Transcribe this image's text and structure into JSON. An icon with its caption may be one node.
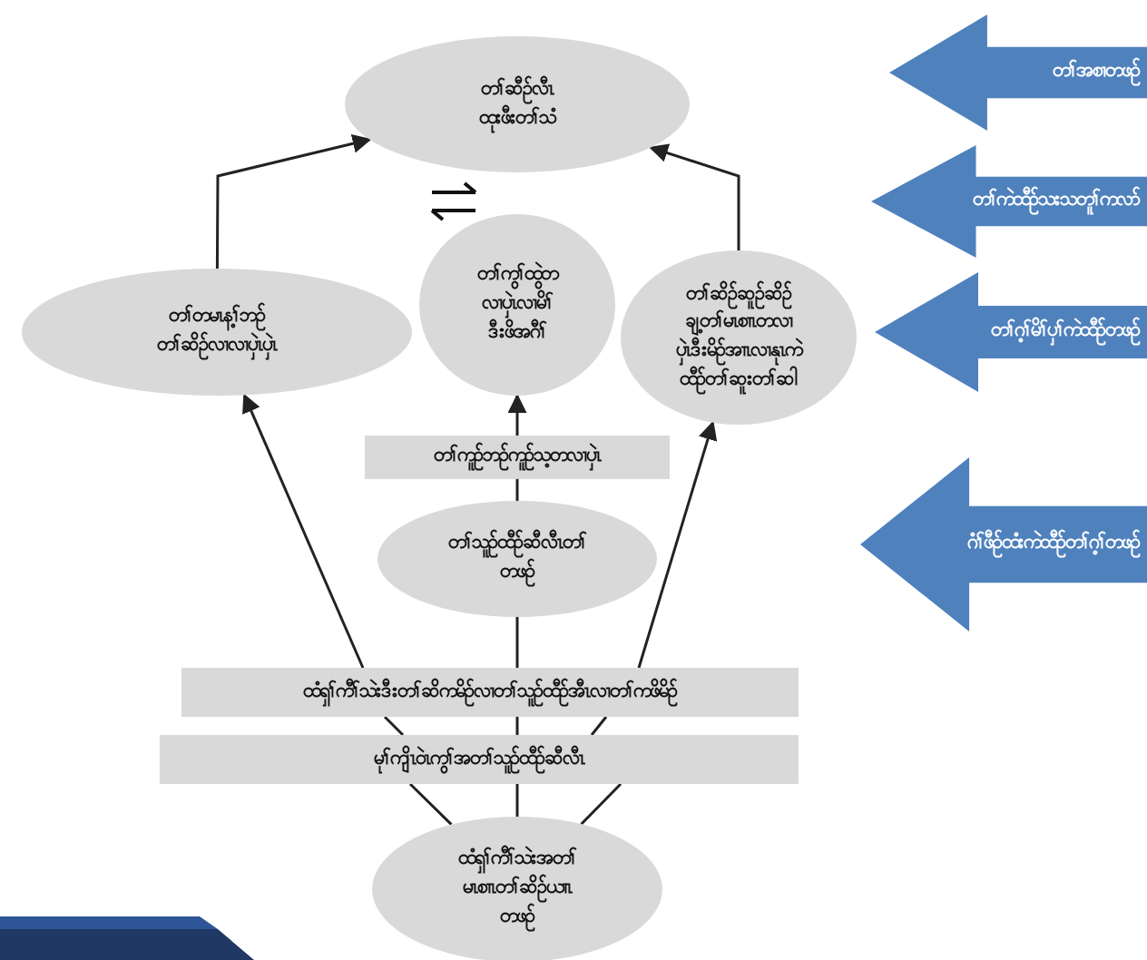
{
  "diagram": {
    "nodes": [
      {
        "text": [
          "တၢ်ဆီဉ်လီၤ ထုးဖီးတၢ်သံ"
        ]
      },
      {
        "text": [
          "တၢ်တမၤန့ၢ်ဘဉ် တၢ်ဆိဉ်လၢလၢပှဲၤပှဲၤ"
        ]
      },
      {
        "text": [
          "တၢ်ကွၢ်ထွဲတ လၢပှဲၤလၢမိၢ် ဒီးဖိအဂီၢ်"
        ]
      },
      {
        "text": [
          "တၢ်ဆိဉ်ဆူဉ်ဆိဉ် ချ့တၢ်မၤစၢၤတလၢ ပှဲၤဒီးမိဉ်အၢၤလၢနုၤကဲ ထီဉ်တၢ်ဆူးတၢ်ဆါ"
        ]
      },
      {
        "text": [
          "တၢ်ကူဉ်ဘဉ်ကူဉ်သ့တလၢပှဲၤ"
        ]
      },
      {
        "text": [
          "တၢ်သူဉ်ထီဉ်ဆီလီၤတၢ် တဖဉ်"
        ]
      },
      {
        "text": [
          "ထံရှၢ်ကီၢ်သဲးဒီးတၢ်ဆိကမိဉ်လၢတၢ်သူဉ်ထီဉ်အီၤလၢတၢ်ကဖိမိဉ်"
        ]
      },
      {
        "text": [
          "မုၢ်ကျိၤဝဲၤကွၢ်အတၢ်သူဉ်ထီဉ်ဆီလီၤ"
        ]
      },
      {
        "text": [
          "ထံရှၢ်ကီၢ်သဲးအတၢ် မၤစၢၤတၢ်ဆိဉ်ယၢၤ တဖဉ်"
        ]
      },
      {
        "text": [
          "တၢ်အစၢတဖဉ်"
        ]
      },
      {
        "text": [
          "တၢ်ကဲထီဉ်သးသတူၢ်ကလာ်"
        ]
      },
      {
        "text": [
          "တၢ်ဂ့ၢ်မိၢ်ပှၢ်ကဲထီဉ်တဖဉ်"
        ]
      },
      {
        "text": [
          "ဂံၢ်ဖီဉ်ထံးကဲထီဉ်တၢ်ဂ့ၢ်တဖဉ်"
        ]
      }
    ],
    "edges": [
      {
        "from": 1,
        "to": 0,
        "arrow": "to"
      },
      {
        "from": 3,
        "to": 0,
        "arrow": "to"
      },
      {
        "from": 4,
        "to": 2,
        "arrow": "to"
      },
      {
        "from": 5,
        "to": 4,
        "arrow": "none"
      },
      {
        "from": 6,
        "to": 1,
        "arrow": "to"
      },
      {
        "from": 6,
        "to": 5,
        "arrow": "none"
      },
      {
        "from": 6,
        "to": 3,
        "arrow": "to"
      },
      {
        "from": 7,
        "to": 6,
        "arrow": "none"
      },
      {
        "from": 7,
        "to": 6,
        "arrow": "none"
      },
      {
        "from": 7,
        "to": 6,
        "arrow": "none"
      },
      {
        "from": 8,
        "to": 7,
        "arrow": "none"
      },
      {
        "from": 8,
        "to": 7,
        "arrow": "none"
      },
      {
        "from": 8,
        "to": 7,
        "arrow": "none"
      }
    ]
  }
}
